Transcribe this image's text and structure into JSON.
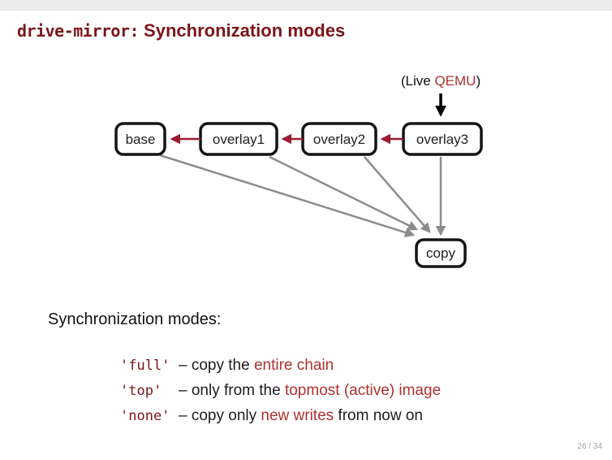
{
  "slide": {
    "title_code": "drive-mirror:",
    "title_rest": "Synchronization modes",
    "page_number": "26 / 34"
  },
  "diagram": {
    "live_label": {
      "prefix": "(Live ",
      "emph": "QEMU",
      "suffix": ")"
    },
    "nodes": {
      "base": "base",
      "overlay1": "overlay1",
      "overlay2": "overlay2",
      "overlay3": "overlay3",
      "copy": "copy"
    }
  },
  "body": {
    "heading": "Synchronization modes:",
    "modes": [
      {
        "keyword": "'full'",
        "pre": "– copy the ",
        "alert": "entire chain",
        "post": ""
      },
      {
        "keyword": "'top'",
        "pre": "– only from the ",
        "alert": "topmost (active) image",
        "post": ""
      },
      {
        "keyword": "'none'",
        "pre": "– copy only ",
        "alert": "new writes",
        "post": " from now on"
      }
    ]
  },
  "colors": {
    "title_maroon": "#7c1519",
    "alert_red": "#b03030",
    "chain_arrow_red": "#9c1b31",
    "copy_arrow_gray": "#8c8c8c",
    "top_strip_gray": "#ececec"
  }
}
